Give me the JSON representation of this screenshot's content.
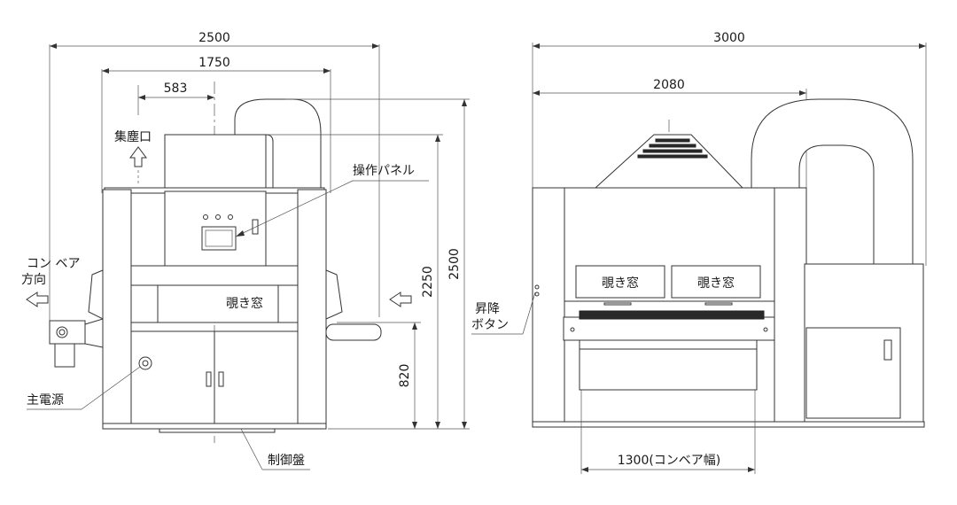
{
  "dimensions": {
    "front_total_width": "2500",
    "front_inner_width": "1750",
    "front_offset": "583",
    "front_height_total": "2500",
    "front_height_body": "2250",
    "front_height_conveyor": "820",
    "side_total_width": "3000",
    "side_inner_width": "2080",
    "side_conveyor_width": "1300(コンベア幅)"
  },
  "labels": {
    "dust_outlet": "集塵口",
    "operation_panel": "操作パネル",
    "conveyor_direction_line1": "コン ベア",
    "conveyor_direction_line2": "方向",
    "inspection_window": "覗き窓",
    "main_power": "主電源",
    "control_panel": "制御盤",
    "lift_button_line1": "昇降",
    "lift_button_line2": "ボタン"
  },
  "side_windows": [
    "覗き窓",
    "覗き窓"
  ],
  "colors": {
    "line": "#333333",
    "background": "#ffffff"
  }
}
